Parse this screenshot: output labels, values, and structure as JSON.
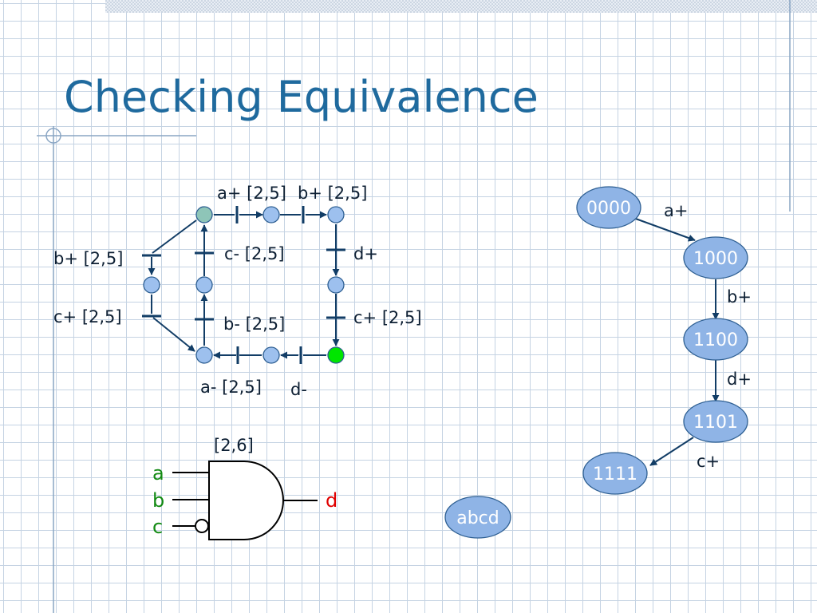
{
  "slide": {
    "title": "Checking Equivalence"
  },
  "petri_net": {
    "labels": {
      "t_a_plus": "a+ [2,5]",
      "t_b_plus_top": "b+ [2,5]",
      "t_d_plus": "d+",
      "t_c_plus_right": "c+ [2,5]",
      "t_d_minus": "d-",
      "t_a_minus": "a- [2,5]",
      "t_b_minus": "b- [2,5]",
      "t_c_minus": "c- [2,5]",
      "t_b_plus_left": "b+ [2,5]",
      "t_c_plus_left": "c+ [2,5]"
    },
    "colors": {
      "marked_start": "#8ec5b8",
      "marked_end": "#00e600",
      "place": "#9dc0ee"
    }
  },
  "gate": {
    "delay": "[2,6]",
    "inputs": [
      "a",
      "b",
      "c"
    ],
    "output": "d",
    "inverted_input": "c"
  },
  "state_graph": {
    "states": [
      "0000",
      "1000",
      "1100",
      "1101",
      "1111"
    ],
    "edges": [
      "a+",
      "b+",
      "d+",
      "c+"
    ],
    "signal_order": "abcd"
  }
}
